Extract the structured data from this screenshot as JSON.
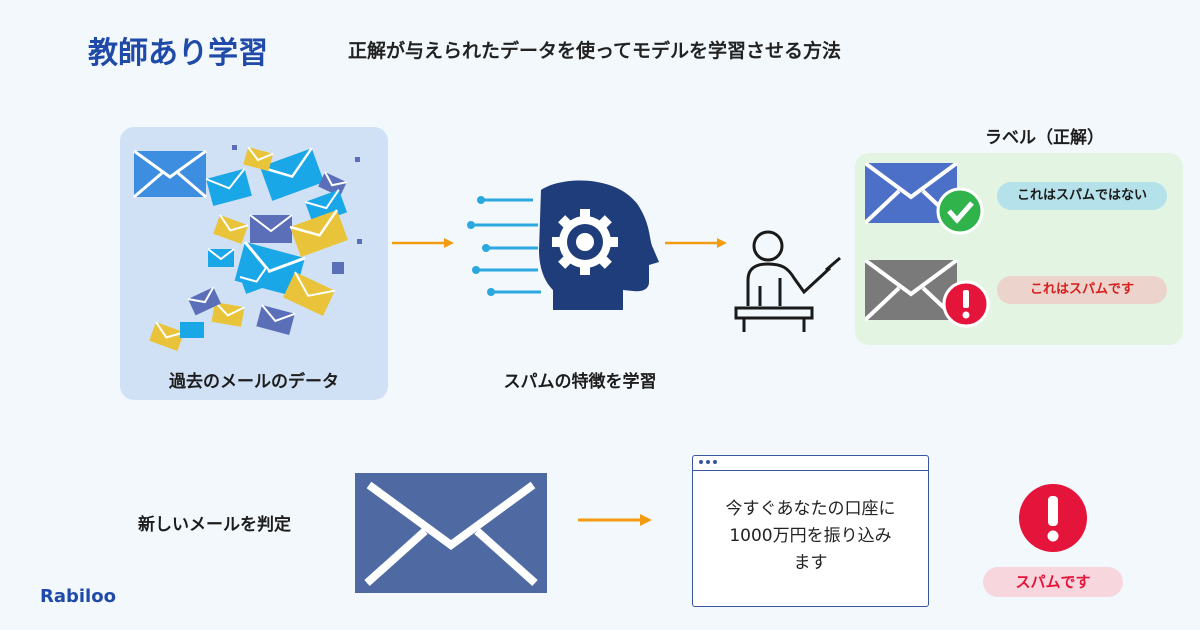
{
  "header": {
    "title": "教師あり学習",
    "subtitle": "正解が与えられたデータを使ってモデルを学習させる方法"
  },
  "steps": {
    "data_label": "過去のメールのデータ",
    "learn_label": "スパムの特徴を学習"
  },
  "labels": {
    "title": "ラベル（正解）",
    "not_spam": "これはスパムではない",
    "spam": "これはスパムです"
  },
  "judge": {
    "label": "新しいメールを判定",
    "message_line1": "今すぐあなたの口座に",
    "message_line2": "1000万円を振り込み",
    "message_line3": "ます",
    "result": "スパムです"
  },
  "brand": {
    "logo": "Rabiloo"
  },
  "colors": {
    "accent_blue": "#1f4aa8",
    "arrow_orange": "#f39c12",
    "spam_red": "#e5143a",
    "ok_green": "#2fb34a"
  }
}
